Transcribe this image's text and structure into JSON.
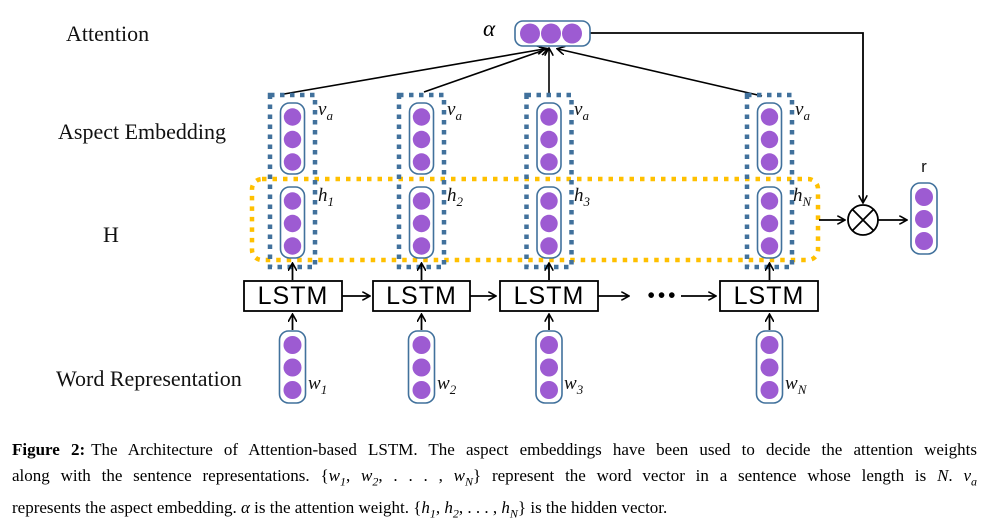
{
  "diagram": {
    "row_labels": {
      "attention": "Attention",
      "aspect_embedding": "Aspect Embedding",
      "h": "H",
      "word_representation": "Word Representation"
    },
    "alpha_label": "α",
    "r_label": "r",
    "lstm_label": "LSTM",
    "ellipsis": "•••",
    "columns": [
      {
        "va": {
          "m": "v",
          "s": "a"
        },
        "h": {
          "m": "h",
          "s": "1"
        },
        "w": {
          "m": "w",
          "s": "1"
        }
      },
      {
        "va": {
          "m": "v",
          "s": "a"
        },
        "h": {
          "m": "h",
          "s": "2"
        },
        "w": {
          "m": "w",
          "s": "2"
        }
      },
      {
        "va": {
          "m": "v",
          "s": "a"
        },
        "h": {
          "m": "h",
          "s": "3"
        },
        "w": {
          "m": "w",
          "s": "3"
        }
      },
      {
        "va": {
          "m": "v",
          "s": "a"
        },
        "h": {
          "m": "h",
          "s": "N"
        },
        "w": {
          "m": "w",
          "s": "N"
        }
      }
    ],
    "colors": {
      "dot_purple": "#9D5BD2",
      "vector_border": "#41719C",
      "aspect_dashed_blue": "#41719C",
      "h_box_orange": "#FFC000",
      "line_black": "#000000"
    }
  },
  "caption": {
    "prefix": "Figure 2:",
    "line1": "The Architecture of Attention-based LSTM. The aspect embeddings have been used to decide the attention weights",
    "line2": {
      "t1": "along with the sentence representations.  {",
      "w1m": "w",
      "w1s": "1",
      "c1": ", ",
      "w2m": "w",
      "w2s": "2",
      "c2": ", . . . , ",
      "wNm": "w",
      "wNs": "N",
      "t2": "} represent the word vector in a sentence whose length is ",
      "N": "N",
      "t3": ".  ",
      "vam": "v",
      "vas": "a"
    },
    "line3": {
      "t1": "represents the aspect embedding. ",
      "alpha": "α",
      "t2": " is the attention weight. {",
      "h1m": "h",
      "h1s": "1",
      "c1": ", ",
      "h2m": "h",
      "h2s": "2",
      "c2": ", . . . , ",
      "hNm": "h",
      "hNs": "N",
      "t3": "} is the hidden vector."
    }
  }
}
